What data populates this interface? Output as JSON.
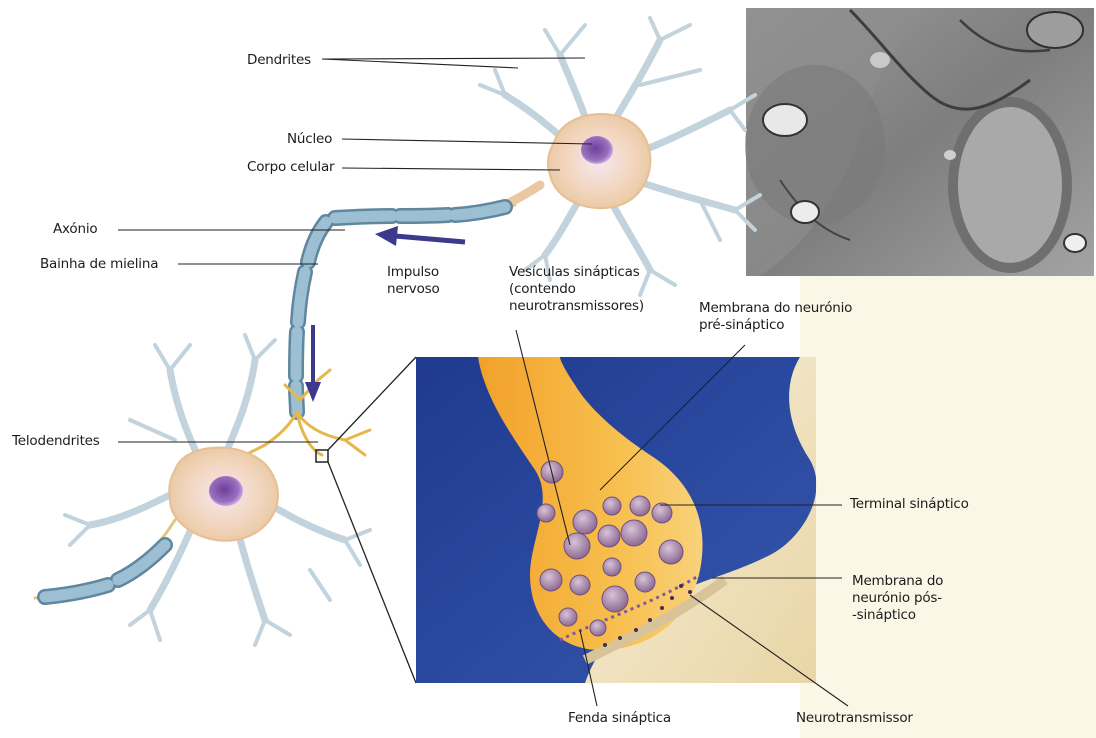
{
  "labels": {
    "dendrites": "Dendrites",
    "nucleus": "Núcleo",
    "cell_body": "Corpo celular",
    "axon": "Axónio",
    "myelin_sheath": "Bainha de mielina",
    "impulse": "Impulso\nnervoso",
    "vesicles": "Vesículas sinápticas\n(contendo\nneurotransmissores)",
    "presynaptic_membrane": "Membrana do neurónio\npré-sináptico",
    "telodendrites": "Telodendrites",
    "synaptic_terminal": "Terminal sináptico",
    "postsynaptic_membrane": "Membrana do\nneurónio pós-\n-sináptico",
    "synaptic_cleft": "Fenda sináptica",
    "neurotransmitter": "Neurotransmissor"
  },
  "colors": {
    "background": "#ffffff",
    "cream_panel": "#fbf7e6",
    "cell_body": "#f3d7b8",
    "nucleus": "#8a5aa8",
    "myelin": "#8fb3c9",
    "myelin_dark": "#5f879f",
    "arrow": "#3b3a8c",
    "inset_blue": "#2a3f92",
    "terminal": "#f4ad33",
    "vesicle": "#a785a6",
    "micrograph": "#8a8a8a"
  }
}
